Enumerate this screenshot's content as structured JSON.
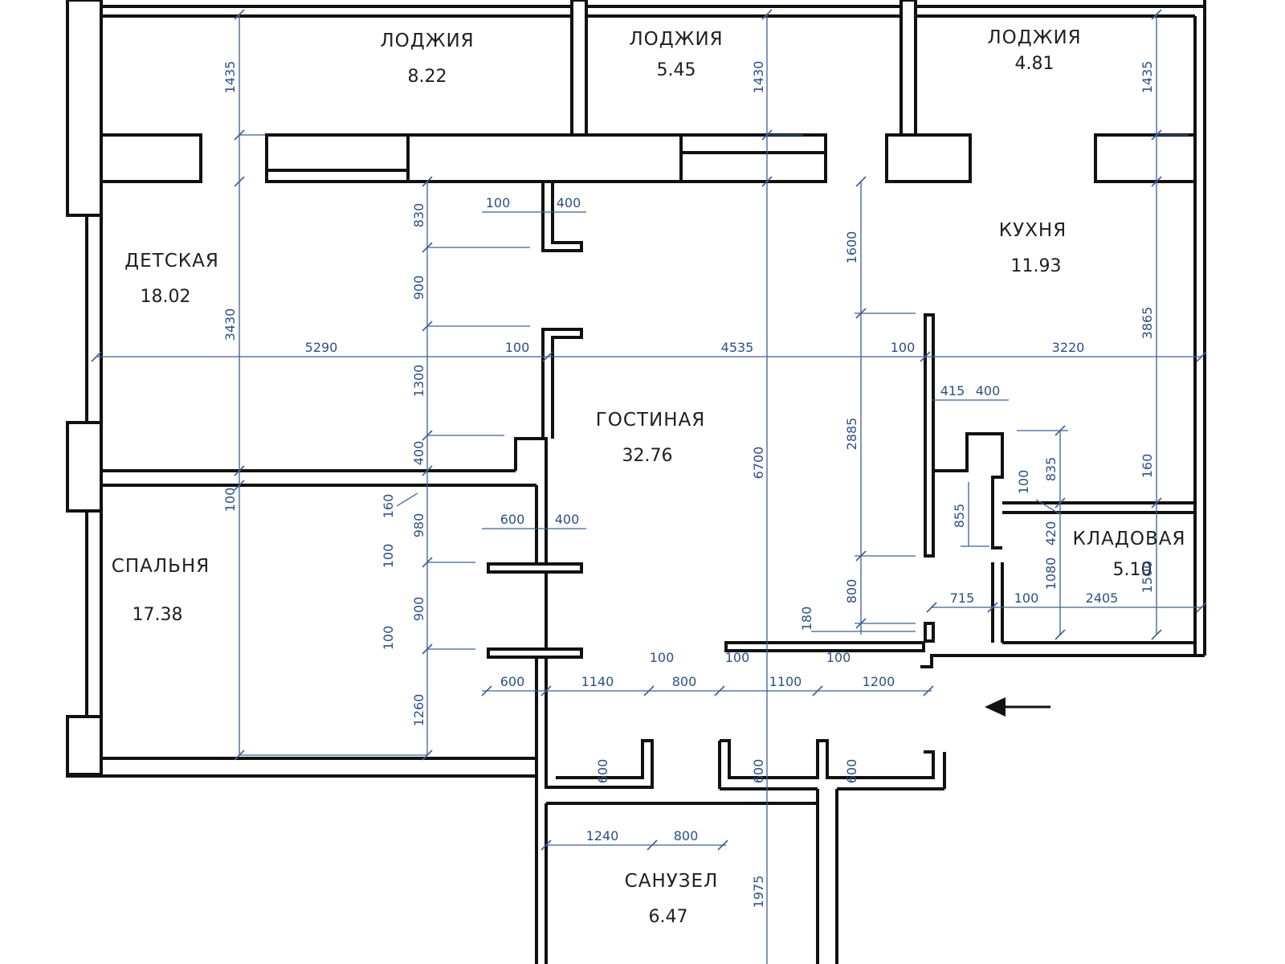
{
  "rooms": [
    {
      "name": "ЛОДЖИЯ",
      "area": "8.22"
    },
    {
      "name": "ЛОДЖИЯ",
      "area": "5.45"
    },
    {
      "name": "ЛОДЖИЯ",
      "area": "4.81"
    },
    {
      "name": "ДЕТСКАЯ",
      "area": "18.02"
    },
    {
      "name": "КУХНЯ",
      "area": "11.93"
    },
    {
      "name": "ГОСТИНАЯ",
      "area": "32.76"
    },
    {
      "name": "СПАЛЬНЯ",
      "area": "17.38"
    },
    {
      "name": "КЛАДОВАЯ",
      "area": "5.10"
    },
    {
      "name": "САНУЗЕЛ",
      "area": "6.47"
    }
  ],
  "dimensions": [
    "1435",
    "1430",
    "1435",
    "100",
    "400",
    "830",
    "900",
    "1600",
    "3430",
    "5290",
    "100",
    "4535",
    "100",
    "3220",
    "3865",
    "415",
    "400",
    "1300",
    "2885",
    "400",
    "6700",
    "835",
    "100",
    "160",
    "100",
    "160",
    "855",
    "980",
    "420",
    "600",
    "400",
    "1080",
    "1500",
    "100",
    "800",
    "715",
    "100",
    "2405",
    "900",
    "180",
    "100",
    "100",
    "100",
    "100",
    "1260",
    "600",
    "1140",
    "800",
    "1100",
    "1200",
    "600",
    "600",
    "600",
    "1240",
    "800",
    "1975"
  ],
  "colors": {
    "walls": "#111111",
    "dimensions": "#3d5f96"
  },
  "icons": {
    "entrance": "left-arrow-icon"
  }
}
